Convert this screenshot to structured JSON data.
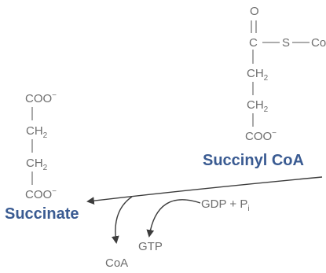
{
  "succinyl_coa": {
    "label": "Succinyl CoA",
    "oxygen": "O",
    "carbon": "C",
    "sulfur": "S",
    "coa": "CoA",
    "ch2_a_main": "CH",
    "ch2_a_sub": "2",
    "ch2_b_main": "CH",
    "ch2_b_sub": "2",
    "carboxyl": "COO",
    "charge": "−"
  },
  "succinate": {
    "label": "Succinate",
    "carboxyl_top": "COO",
    "charge_top": "−",
    "ch2_a_main": "CH",
    "ch2_a_sub": "2",
    "ch2_b_main": "CH",
    "ch2_b_sub": "2",
    "carboxyl_bottom": "COO",
    "charge_bottom": "−"
  },
  "reaction": {
    "gdp_main": "GDP + P",
    "gdp_sub": "i",
    "gtp": "GTP",
    "coa": "CoA"
  },
  "colors": {
    "label_blue": "#3a5b92",
    "text_gray": "#6d6d6d",
    "arrow": "#3c3c3c"
  }
}
